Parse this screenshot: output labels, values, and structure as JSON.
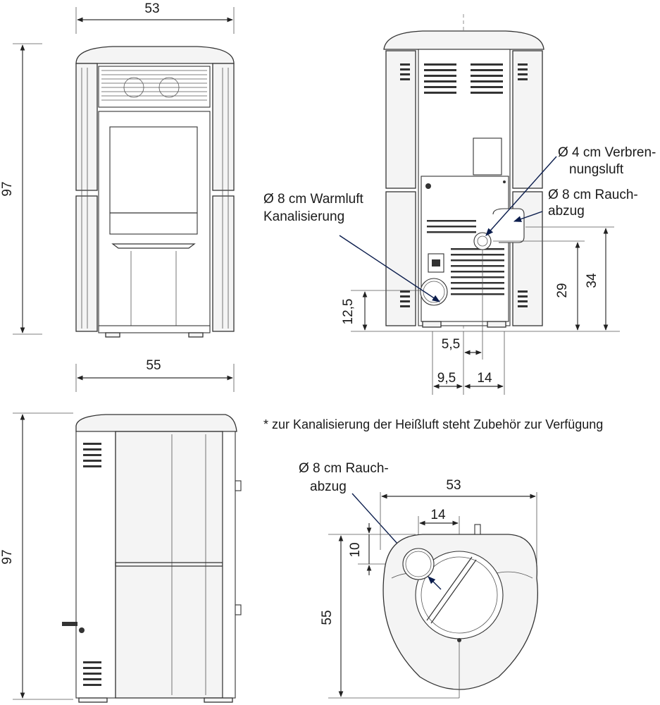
{
  "views": {
    "front": {
      "width_label": "53",
      "height_label": "97"
    },
    "rear": {
      "combustion_air_label_1": "Ø 4 cm Verbren-",
      "combustion_air_label_2": "nungsluft",
      "flue_label_1": "Ø 8 cm Rauch-",
      "flue_label_2": "abzug",
      "warm_air_label_1": "Ø 8 cm Warmluft",
      "warm_air_label_2": "Kanalisierung",
      "dim_left_height": "12,5",
      "dim_combustion_height": "29",
      "dim_flue_height": "34",
      "dim_offset_small": "5,5",
      "dim_offset_left": "9,5",
      "dim_offset_right": "14"
    },
    "side": {
      "depth_label": "55",
      "height_label": "97"
    },
    "top": {
      "flue_label_1": "Ø 8 cm Rauch-",
      "flue_label_2": "abzug",
      "width_label": "53",
      "flue_offset_label": "14",
      "flue_depth_label": "10",
      "depth_label": "55"
    }
  },
  "note": "* zur Kanalisierung der Heißluft steht Zubehör zur Verfügung"
}
